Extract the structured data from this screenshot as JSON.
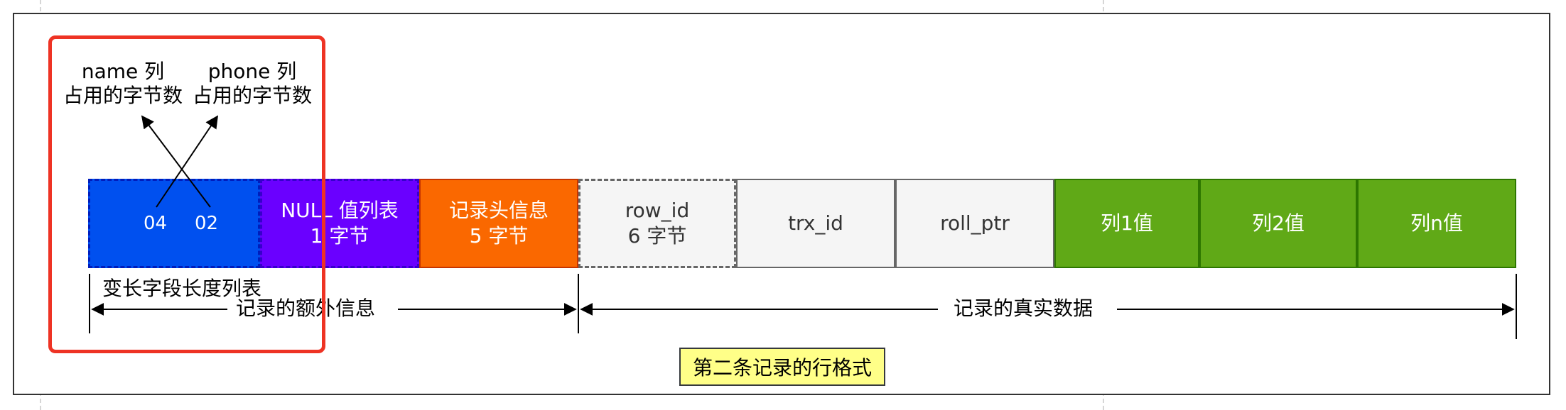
{
  "columns": {
    "name_col": [
      "name 列",
      "占用的字节数"
    ],
    "phone_col": [
      "phone 列",
      "占用的字节数"
    ]
  },
  "cells": {
    "var_len_values": [
      "04",
      "02"
    ],
    "null_list": [
      "NULL 值列表",
      "1 字节"
    ],
    "record_header": [
      "记录头信息",
      "5 字节"
    ],
    "row_id": [
      "row_id",
      "6 字节"
    ],
    "trx_id": "trx_id",
    "roll_ptr": "roll_ptr",
    "col1": "列1值",
    "col2": "列2值",
    "coln": "列n值"
  },
  "labels": {
    "var_len_list": "变长字段长度列表",
    "extra_info": "记录的额外信息",
    "real_data": "记录的真实数据",
    "caption": "第二条记录的行格式"
  },
  "colors": {
    "blue": "#0050ef",
    "purple": "#6a00ff",
    "orange": "#fa6800",
    "grey": "#f5f5f5",
    "green": "#60a917",
    "caption_bg": "#ffff88",
    "highlight": "#ee3324"
  }
}
